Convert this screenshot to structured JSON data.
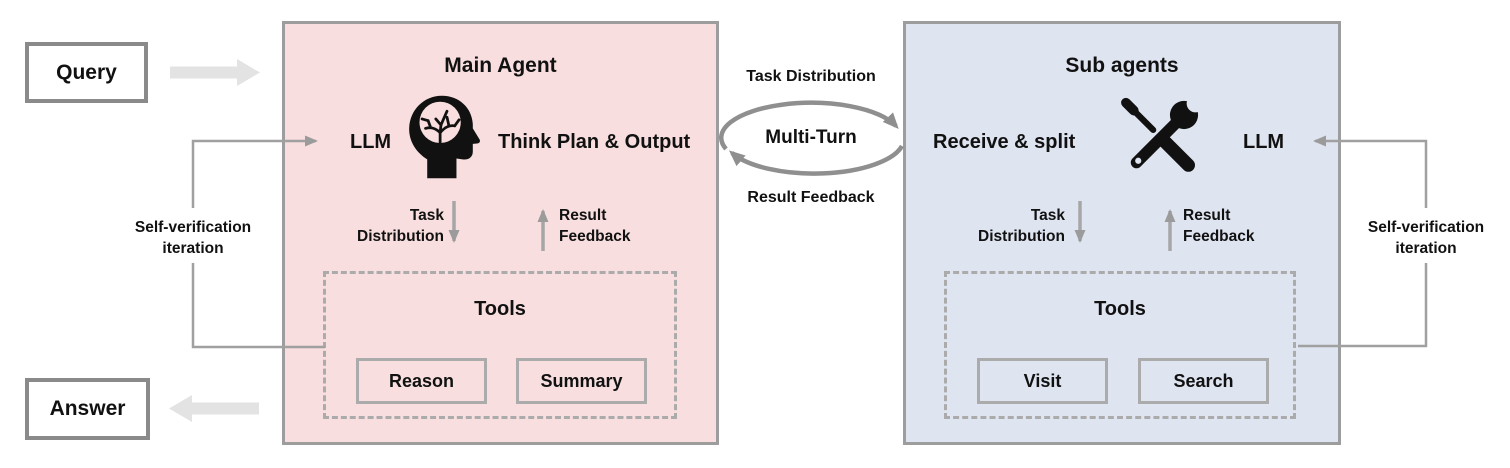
{
  "query": {
    "label": "Query"
  },
  "answer": {
    "label": "Answer"
  },
  "main_agent": {
    "title": "Main Agent",
    "llm_label": "LLM",
    "process_label": "Think Plan & Output",
    "task_distribution_label": "Task Distribution",
    "result_feedback_label": "Result Feedback",
    "tools": {
      "title": "Tools",
      "items": [
        {
          "label": "Reason"
        },
        {
          "label": "Summary"
        }
      ]
    }
  },
  "sub_agents": {
    "title": "Sub agents",
    "receive_label": "Receive & split",
    "llm_label": "LLM",
    "task_distribution_label": "Task Distribution",
    "result_feedback_label": "Result Feedback",
    "tools": {
      "title": "Tools",
      "items": [
        {
          "label": "Visit"
        },
        {
          "label": "Search"
        }
      ]
    }
  },
  "multi_turn": {
    "top_label": "Task Distribution",
    "center_label": "Multi-Turn",
    "bottom_label": "Result Feedback"
  },
  "self_verification": {
    "left_label": "Self-verification iteration",
    "right_label": "Self-verification iteration"
  },
  "icons": {
    "main_agent_icon": "brain-head-icon",
    "sub_agents_icon": "wrench-screwdriver-icon"
  },
  "colors": {
    "main_agent_bg": "#f8dede",
    "sub_agents_bg": "#dfe4f1",
    "box_border_gray": "#9d9d9d",
    "connector_gray": "#a0a0a0",
    "block_arrow_gray": "#e3e3e3",
    "text_black": "#111111"
  }
}
